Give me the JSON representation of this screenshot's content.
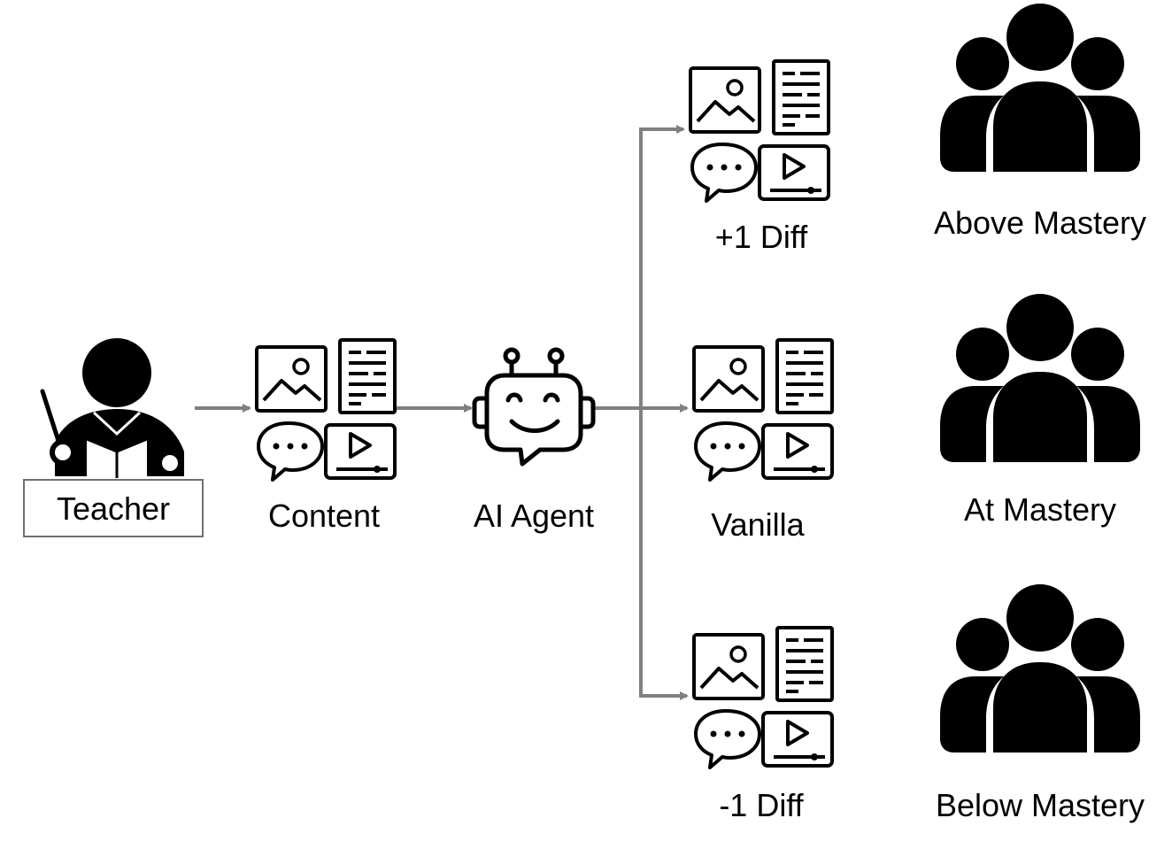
{
  "diagram": {
    "nodes": {
      "teacher": "Teacher",
      "content": "Content",
      "agent": "AI Agent"
    },
    "variants": {
      "plus_one": "+1 Diff",
      "vanilla": "Vanilla",
      "minus_one": "-1 Diff"
    },
    "groups": {
      "above": "Above Mastery",
      "at": "At Mastery",
      "below": "Below Mastery"
    },
    "icons": {
      "teacher": "teacher-icon",
      "content": "content-media-icon",
      "agent": "robot-icon",
      "group": "people-group-icon"
    },
    "colors": {
      "arrow": "#808080",
      "icon": "#000000",
      "label_box_border": "#6f6f6f"
    }
  }
}
